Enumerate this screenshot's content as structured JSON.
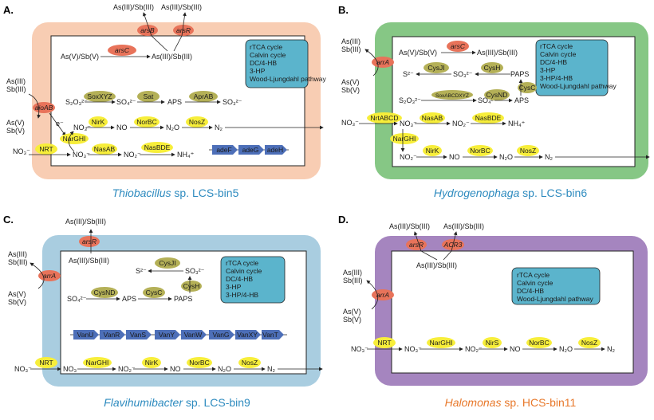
{
  "colors": {
    "panelA": "#f8cdb3",
    "panelB": "#86c785",
    "panelC": "#a9cde0",
    "panelD": "#a585bf",
    "pathwayBox": "#5bb4cc",
    "yellowGene": "#f7ee3a",
    "oliveGene": "#b4b057",
    "redGene": "#e8735a",
    "blueGene": "#4d6fb8",
    "captionBlue": "#2e8bbf",
    "captionOrange": "#e8782a"
  },
  "panels": [
    {
      "letter": "A.",
      "caption_italic": "Thiobacillus",
      "caption_rest": " sp. LCS-bin5",
      "pathways": [
        "rTCA cycle",
        "Calvin cycle",
        "DC/4-HB",
        "3-HP",
        "Wood-Ljungdahl pathway"
      ],
      "genes": [
        "arsB",
        "arsR",
        "arsC",
        "aioAB",
        "SoxXYZ",
        "Sat",
        "AprAB",
        "NirK",
        "NorBC",
        "NosZ",
        "NarGHI",
        "NRT",
        "NasAB",
        "NasBDE"
      ],
      "blue_genes": [
        "adeF",
        "adeG",
        "adeH"
      ],
      "labels": [
        "As(III)/Sb(III)",
        "As(III)/Sb(III)",
        "As(V)/Sb(V)",
        "As(III)/Sb(III)",
        "As(III)",
        "Sb(III)",
        "As(V)",
        "Sb(V)",
        "e⁻",
        "S₂O₃²⁻",
        "SO₄²⁻",
        "APS",
        "SO₃²⁻",
        "NO₃⁻",
        "NO",
        "N₂O",
        "N₂",
        "NO₃⁻",
        "NO₃⁻",
        "NO₂⁻",
        "NH₄⁺"
      ]
    },
    {
      "letter": "B.",
      "caption_italic": "Hydrogenophaga",
      "caption_rest": " sp. LCS-bin6",
      "pathways": [
        "rTCA cycle",
        "Calvin cycle",
        "DC/4-HB",
        "3-HP",
        "3-HP/4-HB",
        "Wood-Ljungdahl pathway"
      ],
      "genes": [
        "arsC",
        "arrA",
        "CysJI",
        "CysH",
        "SoxABCDXYZ",
        "CysND",
        "CysC",
        "NrtABCD",
        "NasAB",
        "NasBDE",
        "NarGHI",
        "NirK",
        "NorBC",
        "NosZ"
      ],
      "labels": [
        "As(V)/Sb(V)",
        "As(III)/Sb(III)",
        "As(III)",
        "Sb(III)",
        "As(V)",
        "Sb(V)",
        "S²⁻",
        "SO₃²⁻",
        "PAPS",
        "S₂O₃²⁻",
        "SO₄²⁻",
        "APS",
        "NO₃⁻",
        "NO₃⁻",
        "NO₂⁻",
        "NH₄⁺",
        "NO₂⁻",
        "NO",
        "N₂O",
        "N₂"
      ]
    },
    {
      "letter": "C.",
      "caption_italic": "Flavihumibacter",
      "caption_rest": " sp. LCS-bin9",
      "pathways": [
        "rTCA cycle",
        "Calvin cycle",
        "DC/4-HB",
        "3-HP",
        "3-HP/4-HB"
      ],
      "genes": [
        "arsR",
        "arrA",
        "CysJI",
        "CysH",
        "CysND",
        "CysC",
        "NRT",
        "NarGHI",
        "NirK",
        "NorBC",
        "NosZ"
      ],
      "blue_genes": [
        "VanU",
        "VanR",
        "VanS",
        "VanY",
        "VanW",
        "VanG",
        "VanXY",
        "VanT"
      ],
      "labels": [
        "As(III)/Sb(III)",
        "As(III)/Sb(III)",
        "As(III)",
        "Sb(III)",
        "As(V)",
        "Sb(V)",
        "S²⁻",
        "SO₃²⁻",
        "SO₄²⁻",
        "APS",
        "PAPS",
        "NO₃⁻",
        "NO₃",
        "NO₂⁻",
        "NO",
        "N₂O",
        "N₂"
      ]
    },
    {
      "letter": "D.",
      "caption_italic": "Halomonas",
      "caption_rest": " sp. HCS-bin11",
      "pathways": [
        "rTCA cycle",
        "Calvin cycle",
        "DC/4-HB",
        "Wood-Ljungdahl pathway"
      ],
      "genes": [
        "arsR",
        "ACR3",
        "arrA",
        "NRT",
        "NarGHI",
        "NirS",
        "NorBC",
        "NosZ"
      ],
      "labels": [
        "As(III)/Sb(III)",
        "As(III)/Sb(III)",
        "As(III)/Sb(III)",
        "As(III)",
        "Sb(III)",
        "As(V)",
        "Sb(V)",
        "NO₃⁻",
        "NO₃⁻",
        "NO₂⁻",
        "NO",
        "N₂O",
        "N₂"
      ]
    }
  ]
}
